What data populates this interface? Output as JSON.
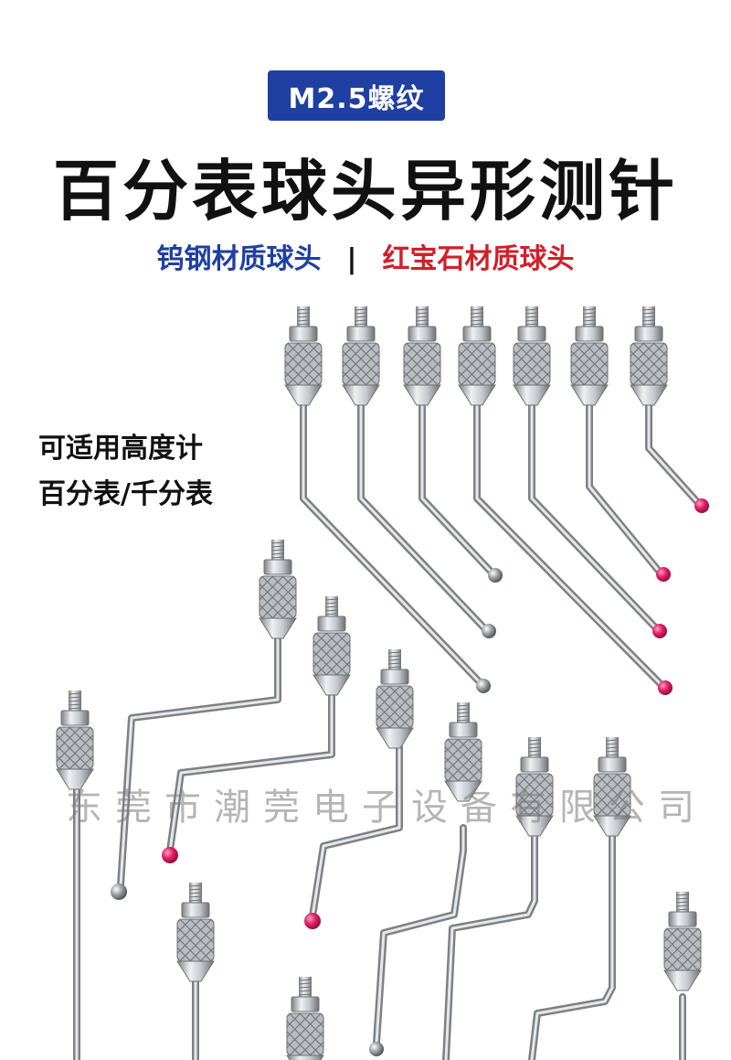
{
  "badge": "M2.5螺纹",
  "title": "百分表球头异形测针",
  "subtitle": {
    "left": "钨钢材质球头",
    "separator": "|",
    "right": "红宝石材质球头"
  },
  "applicable": {
    "line1": "可适用高度计",
    "line2": "百分表/千分表"
  },
  "watermark": "东莞市潮莞电子设备有限公司",
  "colors": {
    "badge_bg": "#1f3fa2",
    "blue_text": "#1f3fa2",
    "red_text": "#d0202a",
    "steel": "#a8acb0",
    "ruby": "#d81b60",
    "steel_ball": "#8a8e92"
  }
}
